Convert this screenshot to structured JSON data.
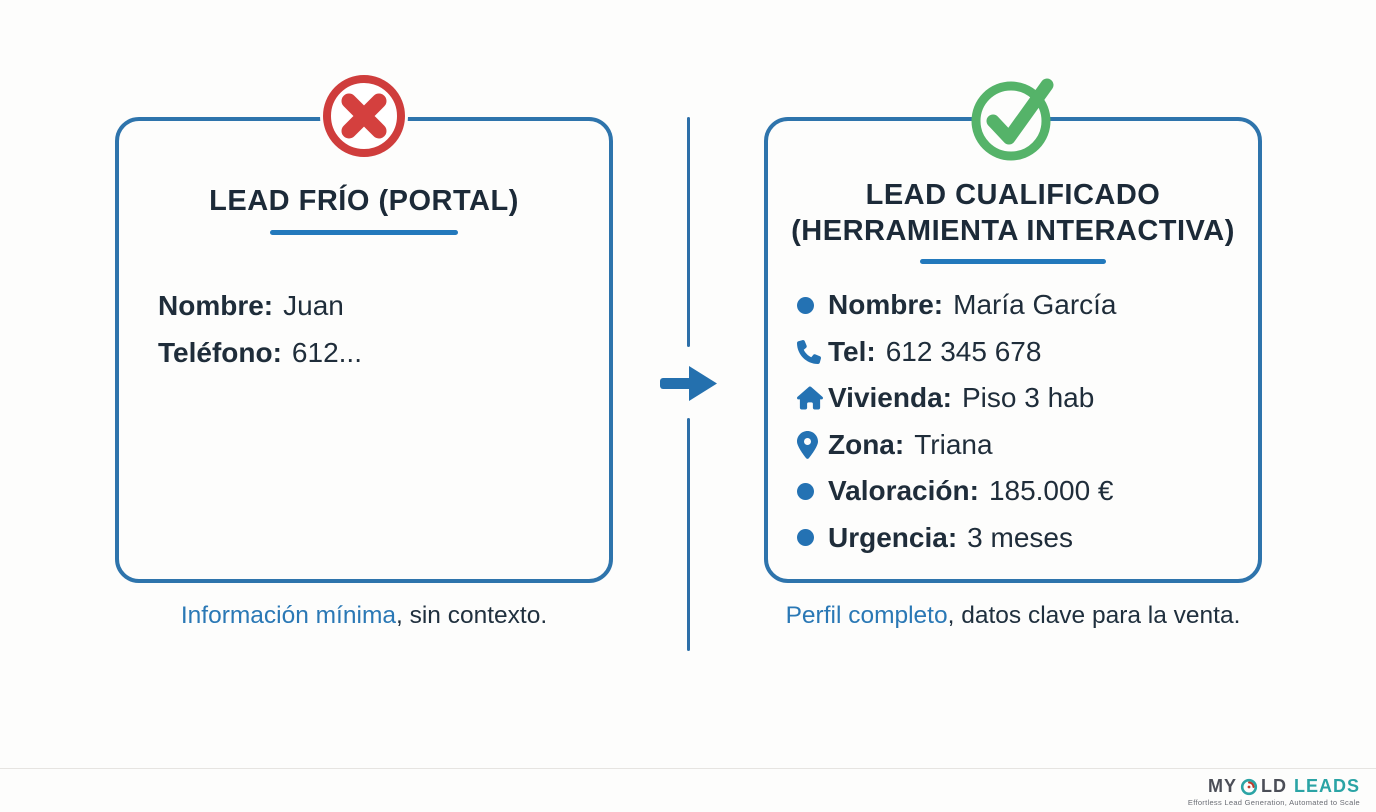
{
  "left_card": {
    "title": "LEAD FRÍO (PORTAL)",
    "items": [
      {
        "label": "Nombre:",
        "value": "Juan"
      },
      {
        "label": "Teléfono:",
        "value": "612..."
      }
    ],
    "caption_highlight": "Información mínima",
    "caption_rest": ", sin contexto."
  },
  "right_card": {
    "title_line1": "LEAD CUALIFICADO",
    "title_line2": "(HERRAMIENTA INTERACTIVA)",
    "items": [
      {
        "icon": "dot",
        "label": "Nombre:",
        "value": "María García"
      },
      {
        "icon": "phone-icon",
        "label": "Tel:",
        "value": "612 345 678"
      },
      {
        "icon": "home-icon",
        "label": "Vivienda:",
        "value": "Piso 3 hab"
      },
      {
        "icon": "pin-icon",
        "label": "Zona:",
        "value": "Triana"
      },
      {
        "icon": "dot",
        "label": "Valoración:",
        "value": "185.000 €"
      },
      {
        "icon": "dot",
        "label": "Urgencia:",
        "value": "3 meses"
      }
    ],
    "caption_highlight": "Perfil completo",
    "caption_rest": ", datos clave para la venta."
  },
  "footer": {
    "logo_my": "MY",
    "logo_ld": "LD",
    "logo_leads": "LEADS",
    "tagline": "Effortless Lead Generation, Automated to Scale"
  },
  "colors": {
    "card_border_blue": "#2e74ac",
    "accent_blue": "#2472b3",
    "underline_blue": "#2379bc",
    "title_navy": "#1c2a38",
    "body_text": "#1f2d3a",
    "caption_blue": "#2a78b5",
    "cross_red": "#cf3d3c",
    "check_green": "#55b369",
    "logo_teal": "#2ba4a5",
    "logo_gray": "#4b4e57"
  }
}
